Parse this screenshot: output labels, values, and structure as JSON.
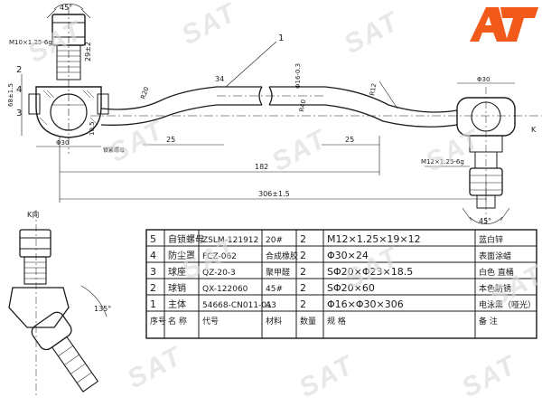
{
  "watermark": "SAT",
  "brand": {
    "letters": "AT",
    "color": "#f25a1c"
  },
  "colors": {
    "ink": "#1a1a1a",
    "wm": "#cfcfcf"
  },
  "dims": {
    "angle45_top": "45°",
    "thread_m10": "M10×1,25-6g",
    "dim_29": "29±2",
    "dim_68": "68±1.5",
    "dim_phi30_left": "Φ30",
    "dim_10_5": "10.5",
    "dim_r20": "R20",
    "dim_r40": "R40",
    "dim_r12": "R12",
    "dim_34": "34",
    "dim_phi16": "Φ16-0.3",
    "dim_25_a": "25",
    "dim_25_b": "25",
    "dim_182": "182",
    "dim_306": "306±1.5",
    "dim_phi30_right": "Φ30",
    "thread_m12": "M12×1.25-6g",
    "angle45_bottom": "45°",
    "angle135": "135°",
    "label_k": "K",
    "label_kdir": "K向",
    "small_note": "锁紧螺母",
    "callout_1": "1",
    "callout_2": "2",
    "callout_3": "3",
    "callout_4": "4"
  },
  "table": {
    "rows": [
      [
        "5",
        "自锁螺母",
        "ZSLM-121912",
        "20#",
        "2",
        "M12×1.25×19×12",
        "蓝白锌"
      ],
      [
        "4",
        "防尘罩",
        "FCZ-062",
        "合成橡胶",
        "2",
        "Φ30×24",
        "表面涂蜡"
      ],
      [
        "3",
        "球座",
        "QZ-20-3",
        "聚甲醛",
        "2",
        "SΦ20×Φ23×18.5",
        "白色    直桶"
      ],
      [
        "2",
        "球销",
        "QX-122060",
        "45#",
        "2",
        "SΦ20×60",
        "本色防锈"
      ],
      [
        "1",
        "主体",
        "54668-CN011-01",
        "A3",
        "2",
        "Φ16×Φ30×306",
        "电泳黑（哑光）"
      ]
    ],
    "header": [
      "序号",
      "名  称",
      "代号",
      "材料",
      "数量",
      "规    格",
      "备    注"
    ]
  }
}
